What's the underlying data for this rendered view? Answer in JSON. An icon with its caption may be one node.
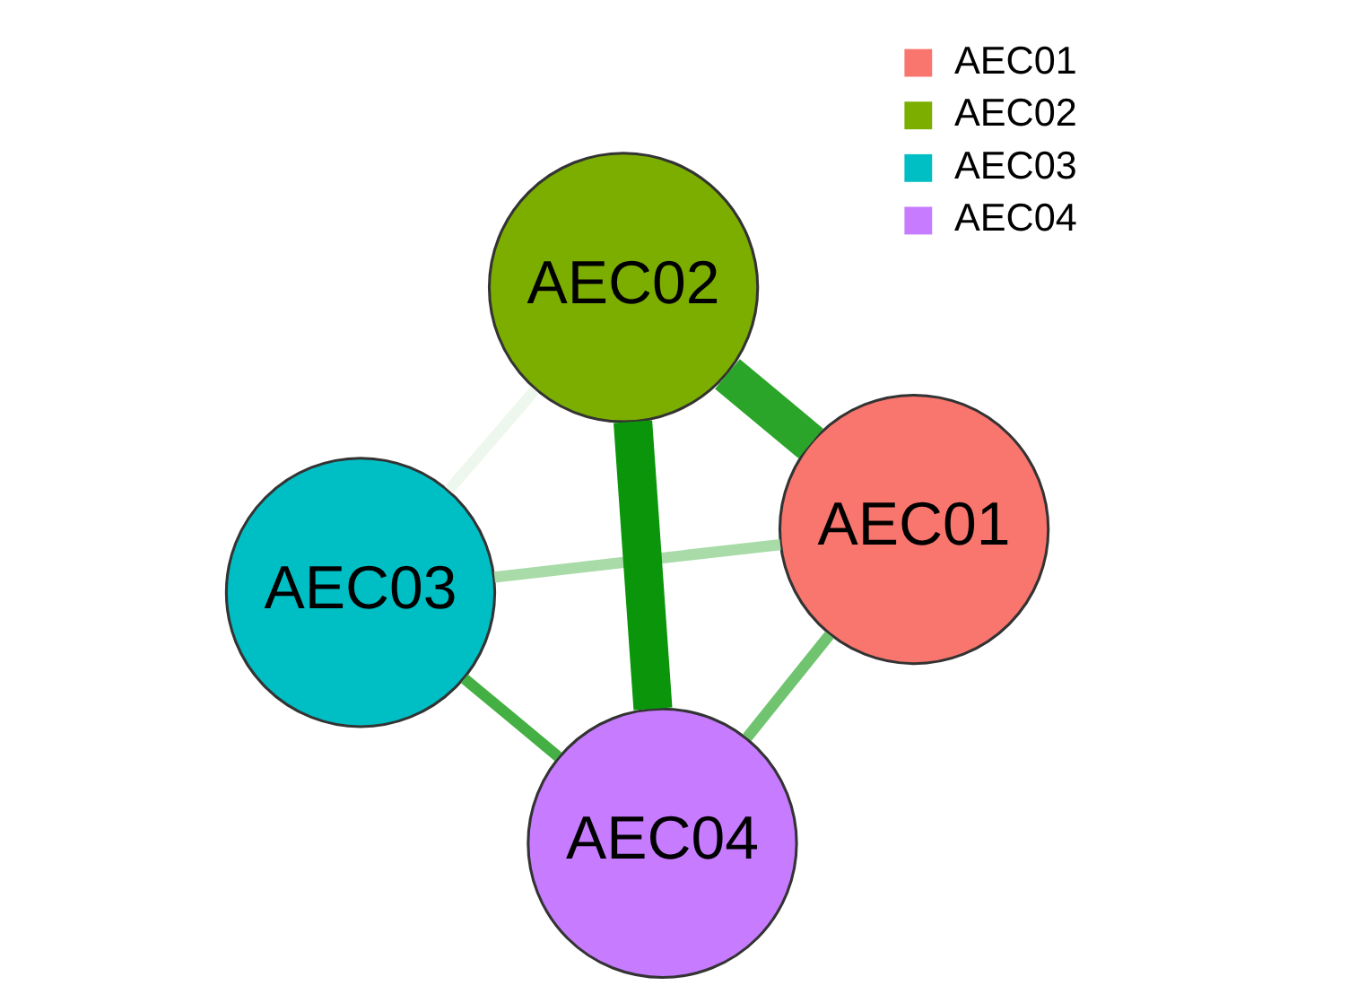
{
  "diagram": {
    "nodes": [
      {
        "text": [
          "AEC03"
        ]
      },
      {
        "text": [
          "AEC01"
        ]
      },
      {
        "text": [
          "AEC04"
        ]
      },
      {
        "text": [
          "AEC02"
        ]
      }
    ],
    "edges": [
      {
        "from": 0,
        "to": 1,
        "arrow": "none",
        "color": "#a8dba8"
      },
      {
        "from": 0,
        "to": 2,
        "arrow": "none",
        "color": "#44b044"
      },
      {
        "from": 0,
        "to": 3,
        "arrow": "none",
        "color": "#eef7ee"
      },
      {
        "from": 1,
        "to": 2,
        "arrow": "none",
        "color": "#70c470"
      },
      {
        "from": 1,
        "to": 3,
        "arrow": "none",
        "style": "thick",
        "color": "#2aa52a"
      },
      {
        "from": 2,
        "to": 3,
        "arrow": "none",
        "style": "thick",
        "color": "#0a950a"
      }
    ],
    "legend": [
      {
        "text": "AEC01",
        "color": "#f8766d"
      },
      {
        "text": "AEC02",
        "color": "#7cae00"
      },
      {
        "text": "AEC03",
        "color": "#00bfc4"
      },
      {
        "text": "AEC04",
        "color": "#c77cff"
      }
    ]
  }
}
